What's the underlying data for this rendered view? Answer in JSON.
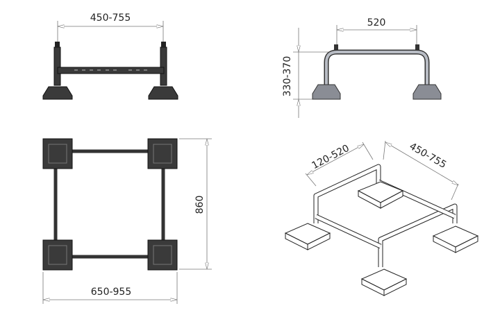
{
  "front_view": {
    "width_dim": "450-755"
  },
  "side_view": {
    "width_dim": "520",
    "height_dim": "330-370"
  },
  "top_view": {
    "depth_dim": "860",
    "width_dim": "650-955"
  },
  "iso_view": {
    "dim_a": "120-520",
    "dim_b": "450-755"
  },
  "colors": {
    "frame_dark": "#3a3a3a",
    "frame_grey": "#8a8d95",
    "dimension": "#777777"
  }
}
